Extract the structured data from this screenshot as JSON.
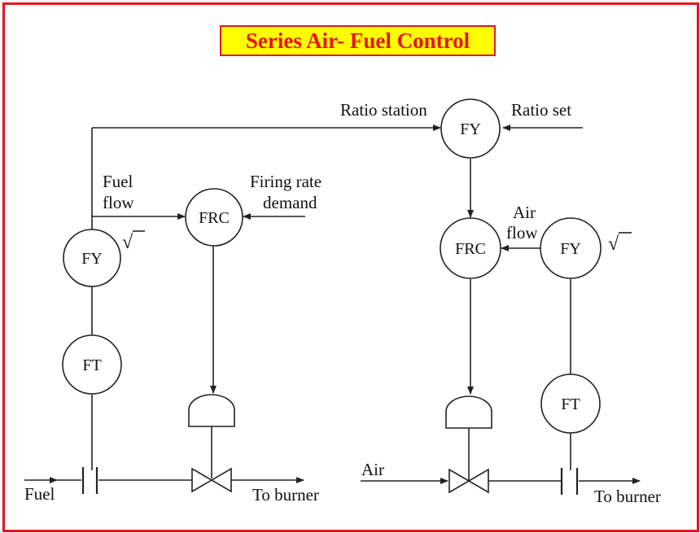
{
  "title": "Series Air- Fuel Control",
  "colors": {
    "frame": "#e8141c",
    "title_bg": "#ffff00",
    "title_text": "#e8141c",
    "ink": "#222222"
  },
  "labels": {
    "ratio_station": "Ratio station",
    "ratio_set": "Ratio set",
    "fuel_flow_line1": "Fuel",
    "fuel_flow_line2": "flow",
    "firing_rate_line1": "Firing rate",
    "firing_rate_line2": "demand",
    "air_flow_line1": "Air",
    "air_flow_line2": "flow",
    "fuel": "Fuel",
    "air": "Air",
    "to_burner_fuel": "To burner",
    "to_burner_air": "To burner",
    "sqrt_symbol_fuel": "√",
    "sqrt_symbol_air": "√"
  },
  "instruments": {
    "fy_ratio": "FY",
    "fy_fuel": "FY",
    "frc_fuel": "FRC",
    "ft_fuel": "FT",
    "frc_air": "FRC",
    "fy_air": "FY",
    "ft_air": "FT"
  }
}
